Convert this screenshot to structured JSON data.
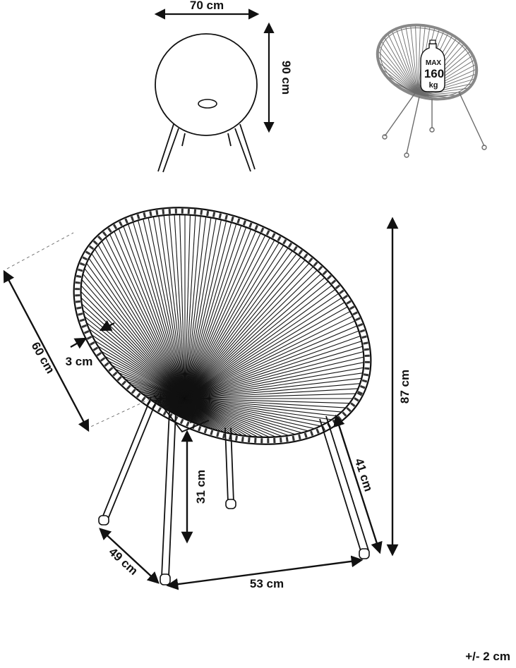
{
  "dimensions": {
    "front_width": "70 cm",
    "front_height": "90 cm",
    "seat_diagonal": "60 cm",
    "rim_thickness": "3 cm",
    "total_height": "87 cm",
    "seat_height": "31 cm",
    "leg_length": "41 cm",
    "depth": "49 cm",
    "width": "53 cm"
  },
  "max_load": {
    "line1": "MAX",
    "line2": "160",
    "line3": "kg"
  },
  "tolerance": "+/- 2 cm",
  "colors": {
    "line": "#111111",
    "thumbnail_line": "#6b6b6b"
  }
}
